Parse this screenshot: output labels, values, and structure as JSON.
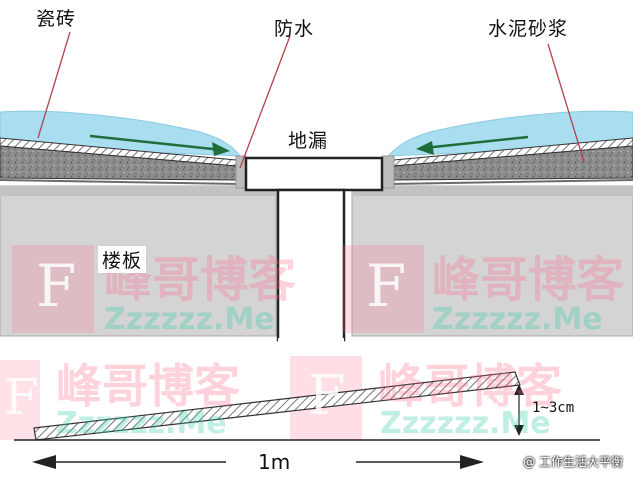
{
  "labels": {
    "tile": "瓷砖",
    "waterproof": "防水",
    "cement_mortar": "水泥砂浆",
    "floor_drain": "地漏",
    "floor_slab": "楼板"
  },
  "slope": {
    "rise": "1~3cm",
    "run": "1m"
  },
  "watermark": {
    "letter": "F",
    "text": "峰哥博客",
    "domain": "Zzzzzz.Me"
  },
  "credit": "@ 工作生活大平衡",
  "colors": {
    "water": "#a9ddf0",
    "slab": "#d3d3d3",
    "slab_dark": "#bdbdbd",
    "mortar": "#8f8f8f",
    "arrow": "#1f6e3a",
    "leader": "#b3424c"
  }
}
